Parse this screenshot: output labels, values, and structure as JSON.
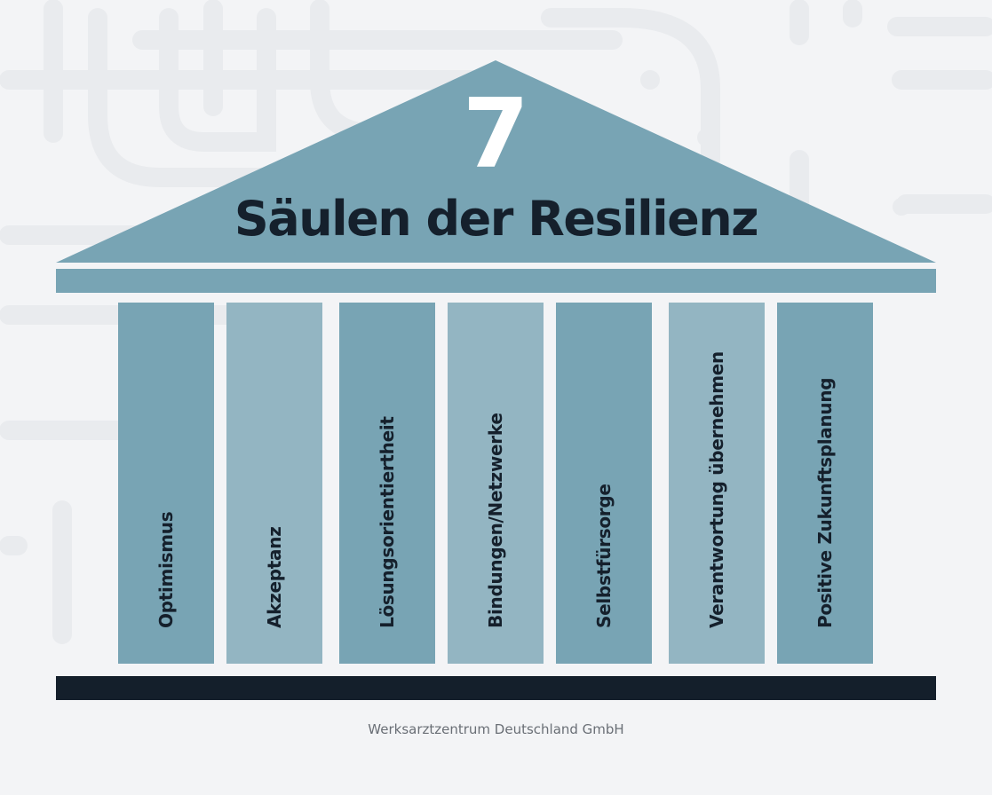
{
  "title": {
    "number": "7",
    "text": "Säulen der Resilienz"
  },
  "pillars": [
    {
      "label": "Optimismus",
      "shade": "dark"
    },
    {
      "label": "Akzeptanz",
      "shade": "light"
    },
    {
      "label": "Lösungsorientiertheit",
      "shade": "dark"
    },
    {
      "label": "Bindungen/Netzwerke",
      "shade": "light"
    },
    {
      "label": "Selbstfürsorge",
      "shade": "dark"
    },
    {
      "label": "Verantwortung übernehmen",
      "shade": "light"
    },
    {
      "label": "Positive Zukunftsplanung",
      "shade": "dark"
    }
  ],
  "footer": "Werksarztzentrum Deutschland GmbH",
  "colors": {
    "roof": "#78a4b4",
    "pillar_dark": "#78a4b4",
    "pillar_light": "#93b5c2",
    "base": "#141f2b",
    "title_text": "#15202c",
    "background": "#f3f4f6"
  }
}
